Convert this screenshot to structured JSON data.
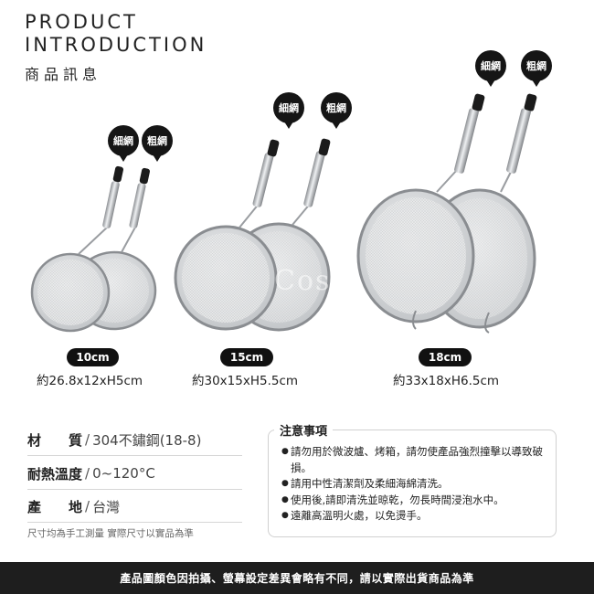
{
  "header": {
    "line1": "PRODUCT",
    "line2": "INTRODUCTION",
    "subtitle": "商品訊息"
  },
  "watermark": "Cosi",
  "products": [
    {
      "size": "10cm",
      "dimensions": "約26.8x12xH5cm",
      "fine_label": "細網",
      "coarse_label": "粗網"
    },
    {
      "size": "15cm",
      "dimensions": "約30x15xH5.5cm",
      "fine_label": "細網",
      "coarse_label": "粗網"
    },
    {
      "size": "18cm",
      "dimensions": "約33x18xH6.5cm",
      "fine_label": "細網",
      "coarse_label": "粗網"
    }
  ],
  "specs": [
    {
      "label": "材　　質",
      "sep": "/",
      "value": "304不鏽鋼(18-8)"
    },
    {
      "label": "耐熱溫度",
      "sep": "/",
      "value": "0~120°C"
    },
    {
      "label": "產　　地",
      "sep": "/",
      "value": "台灣"
    }
  ],
  "spec_note": "尺寸均為手工測量 實際尺寸以實品為準",
  "notice": {
    "title": "注意事項",
    "items": [
      "請勿用於微波爐、烤箱，請勿使產品強烈撞擊以導致破損。",
      "請用中性清潔劑及柔細海綿清洗。",
      "使用後,請即清洗並晾乾，勿長時間浸泡水中。",
      "遠離高溫明火處，以免燙手。"
    ]
  },
  "footer": "產品圖顏色因拍攝、螢幕設定差異會略有不同，請以實際出貨商品為準",
  "colors": {
    "dark": "#151515",
    "footer_bg": "#1e1e1e",
    "steel": "#b9bcbf"
  }
}
